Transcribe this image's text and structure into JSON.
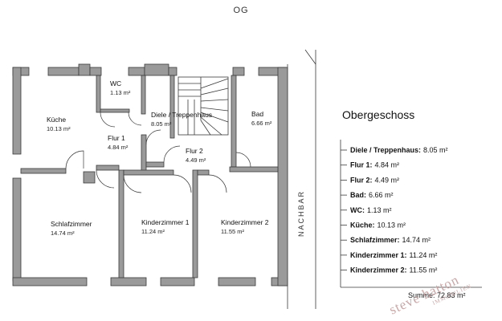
{
  "header": {
    "floor_code": "OG"
  },
  "neighbor_label": "NACHBAR",
  "rooms": [
    {
      "name": "WC",
      "area": "1.13 m²"
    },
    {
      "name": "Küche",
      "area": "10.13 m²"
    },
    {
      "name": "Diele / Treppenhaus",
      "area": "8.05 m²"
    },
    {
      "name": "Bad",
      "area": "6.66 m²"
    },
    {
      "name": "Flur 1",
      "area": "4.84 m²"
    },
    {
      "name": "Flur 2",
      "area": "4.49 m²"
    },
    {
      "name": "Schlafzimmer",
      "area": "14.74 m²"
    },
    {
      "name": "Kinderzimmer 1",
      "area": "11.24 m²"
    },
    {
      "name": "Kinderzimmer 2",
      "area": "11.55 m²"
    }
  ],
  "legend": {
    "title": "Obergeschoss",
    "entries": [
      {
        "label": "Diele / Treppenhaus:",
        "value": "8.05 m²"
      },
      {
        "label": "Flur 1:",
        "value": "4.84 m²"
      },
      {
        "label": "Flur 2:",
        "value": "4.49 m²"
      },
      {
        "label": "Bad:",
        "value": "6.66 m²"
      },
      {
        "label": "WC:",
        "value": "1.13 m²"
      },
      {
        "label": "Küche:",
        "value": "10.13 m²"
      },
      {
        "label": "Schlafzimmer:",
        "value": "14.74 m²"
      },
      {
        "label": "Kinderzimmer 1:",
        "value": "11.24 m²"
      },
      {
        "label": "Kinderzimmer 2:",
        "value": "11.55 m²"
      }
    ],
    "sum": "Summe: 72.83 m²"
  },
  "watermark": {
    "brand": "steve hatton",
    "sub": "IMMOBILIEN"
  },
  "colors": {
    "wall_fill": "#9a9a9a",
    "line": "#3a3a3a",
    "watermark": "#caa7a7"
  }
}
